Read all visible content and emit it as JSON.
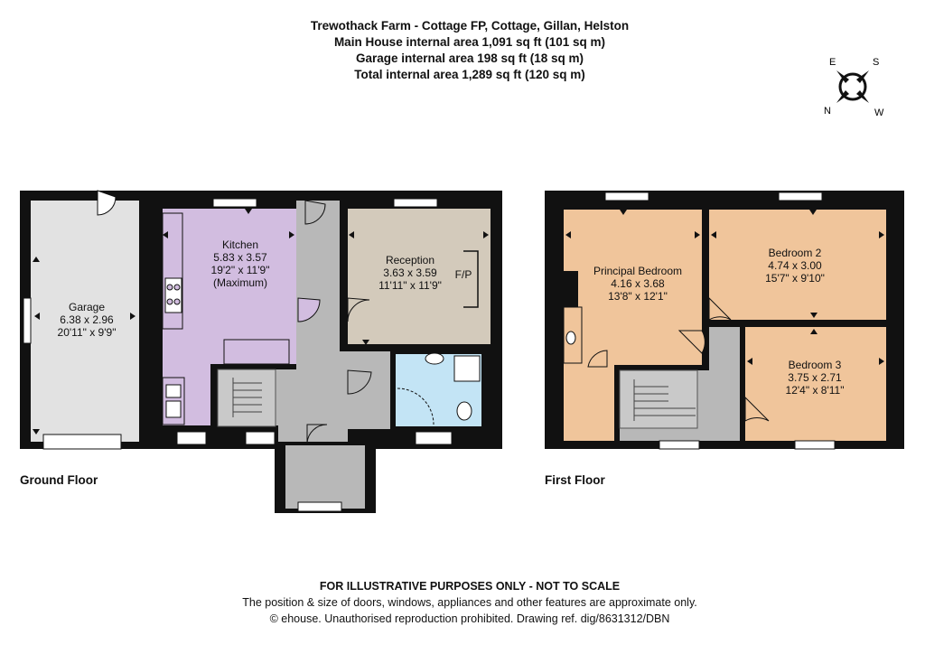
{
  "header": {
    "title": "Trewothack Farm - Cottage FP, Cottage, Gillan, Helston",
    "line2": "Main House internal area 1,091 sq ft (101 sq m)",
    "line3": "Garage internal area 198 sq ft (18 sq m)",
    "line4": "Total internal area 1,289 sq ft (120 sq m)"
  },
  "compass": {
    "e": "E",
    "s": "S",
    "n": "N",
    "w": "W"
  },
  "ground_floor": {
    "label": "Ground Floor",
    "garage": {
      "name": "Garage",
      "metric": "6.38 x 2.96",
      "imperial": "20'11\" x 9'9\""
    },
    "kitchen": {
      "name": "Kitchen",
      "metric": "5.83 x 3.57",
      "imperial": "19'2\" x 11'9\"",
      "note": "(Maximum)"
    },
    "reception": {
      "name": "Reception",
      "metric": "3.63 x 3.59",
      "imperial": "11'11\" x 11'9\"",
      "fireplace": "F/P"
    }
  },
  "first_floor": {
    "label": "First Floor",
    "principal": {
      "name": "Principal Bedroom",
      "metric": "4.16 x 3.68",
      "imperial": "13'8\" x 12'1\""
    },
    "bedroom2": {
      "name": "Bedroom 2",
      "metric": "4.74 x 3.00",
      "imperial": "15'7\" x 9'10\""
    },
    "bedroom3": {
      "name": "Bedroom 3",
      "metric": "3.75 x 2.71",
      "imperial": "12'4\" x 8'11\""
    }
  },
  "footer": {
    "line1": "FOR ILLUSTRATIVE PURPOSES ONLY - NOT TO SCALE",
    "line2": "The position & size of doors, windows, appliances and other features are approximate only.",
    "line3": "© ehouse. Unauthorised reproduction prohibited. Drawing ref. dig/8631312/DBN"
  },
  "colors": {
    "wall": "#111111",
    "garage": "#e2e2e2",
    "kitchen": "#d2bde0",
    "reception": "#d3cabb",
    "hall": "#b8b8b8",
    "bathroom": "#c3e4f5",
    "bedroom": "#f0c59b"
  }
}
